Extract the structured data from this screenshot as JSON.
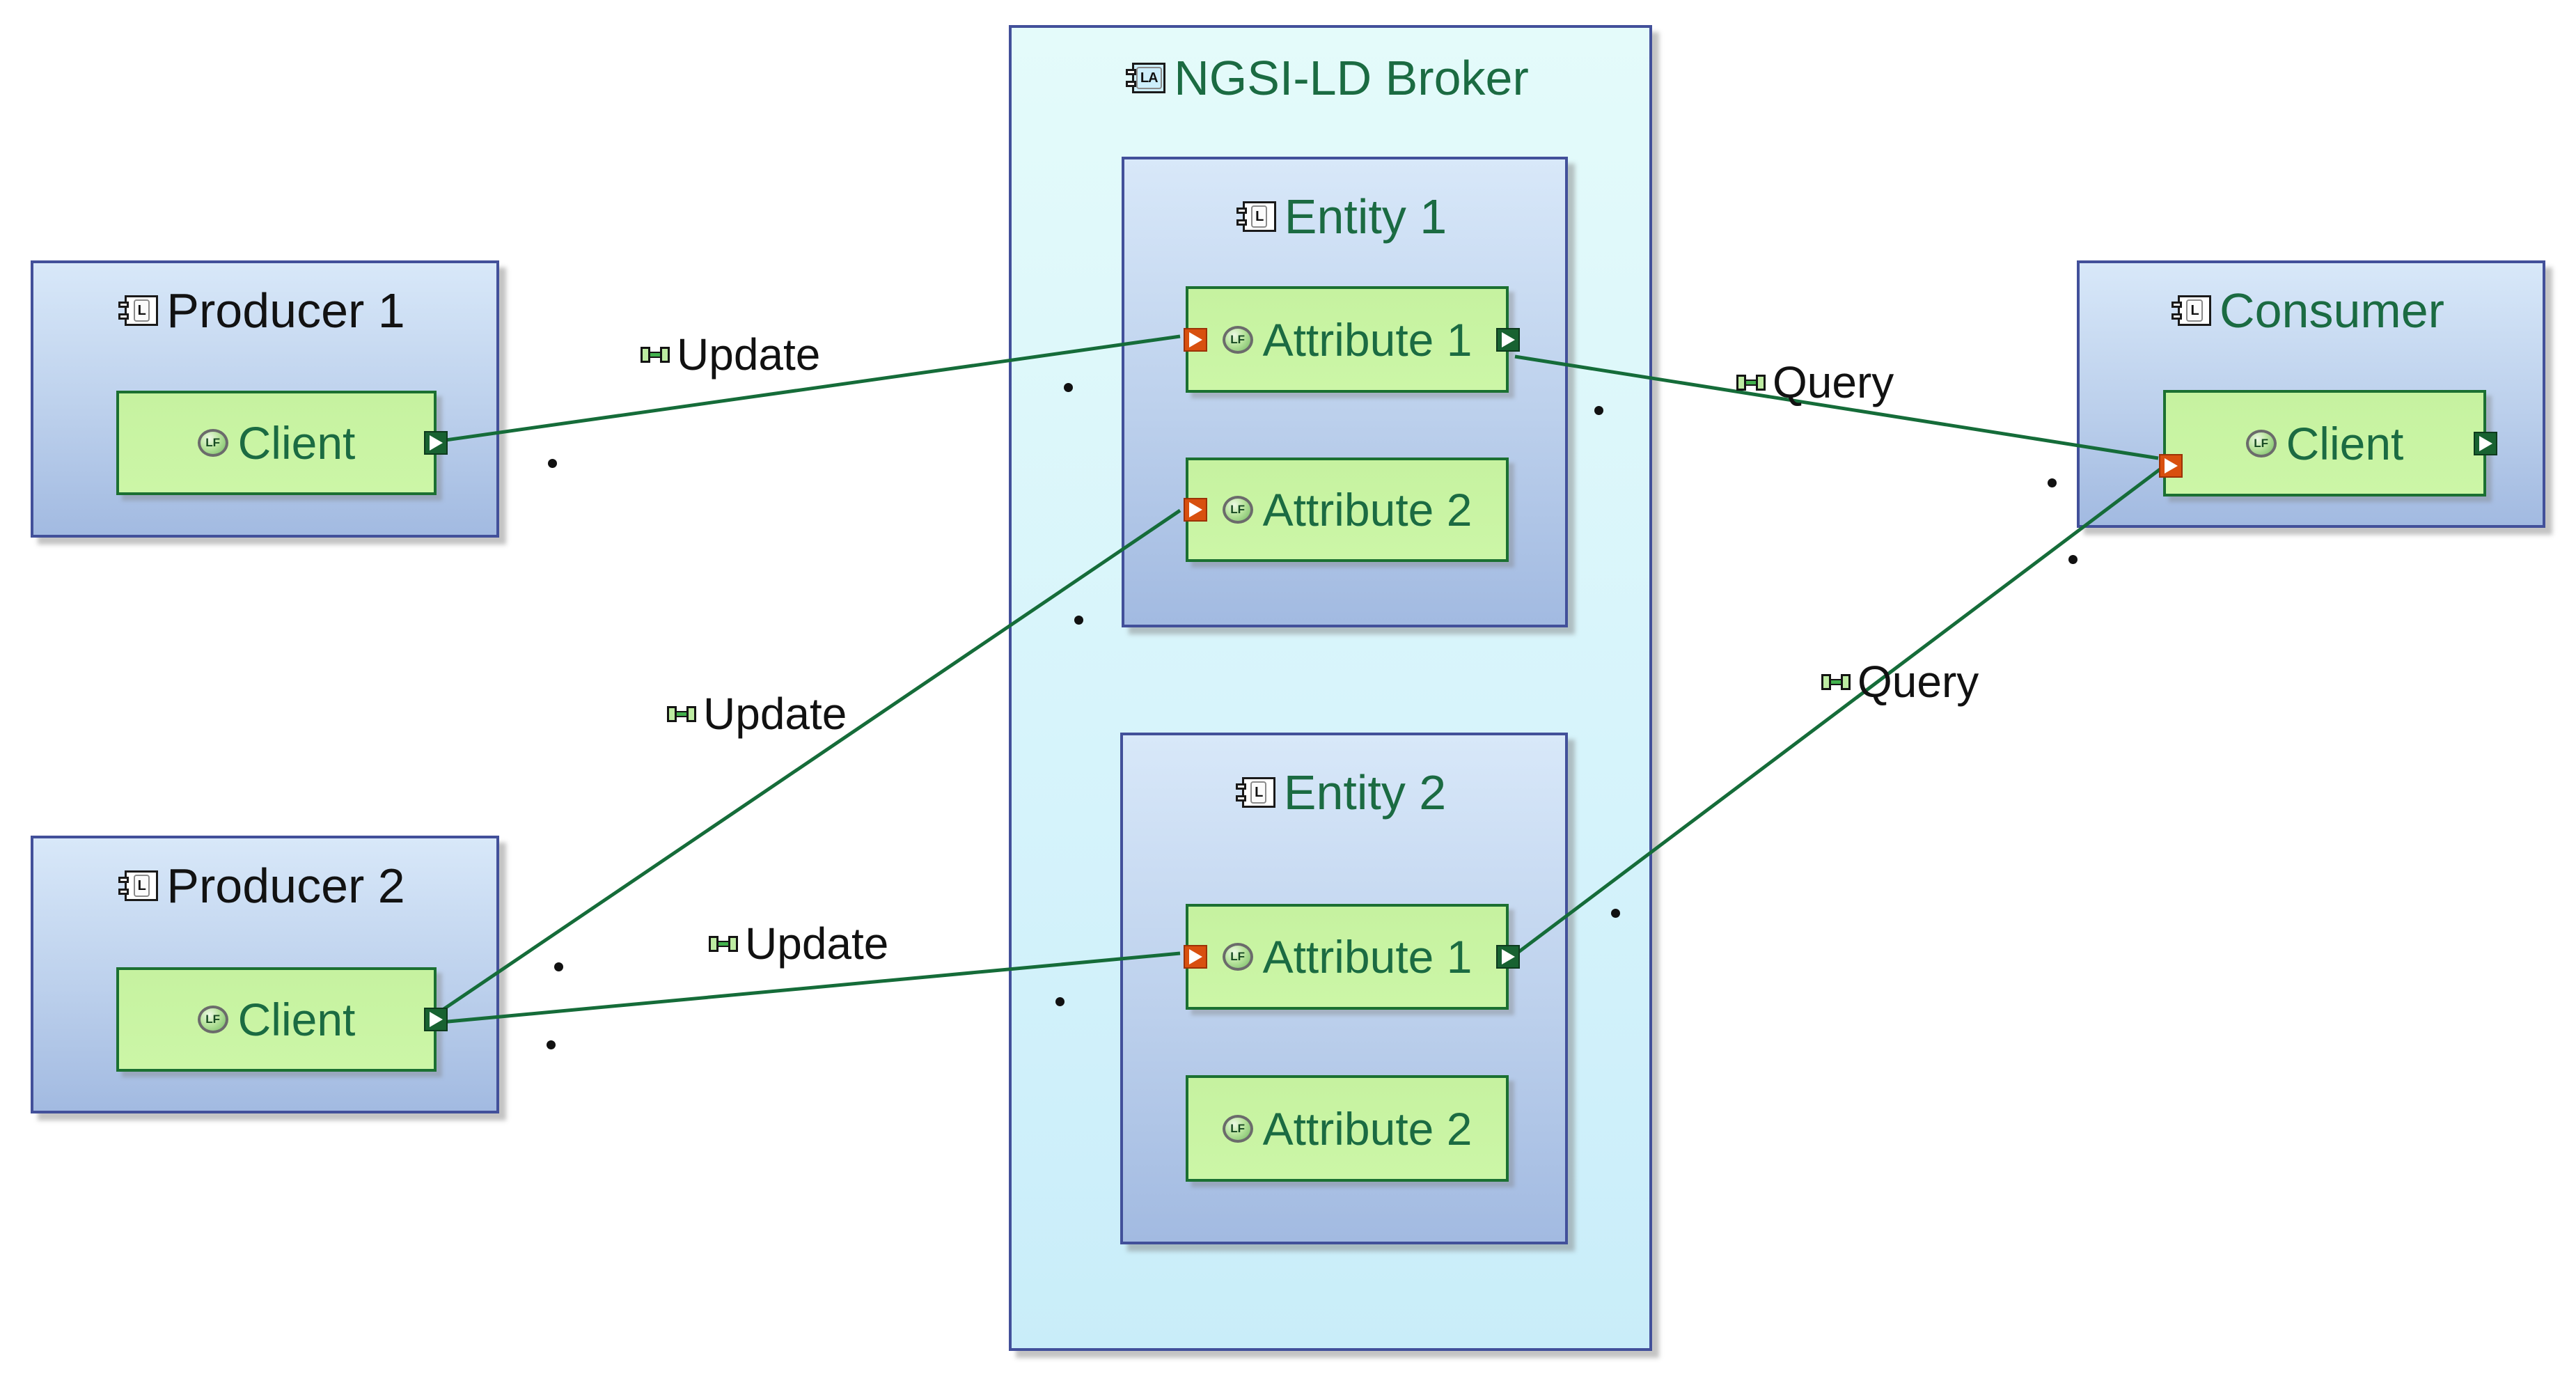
{
  "producer1": {
    "title": "Producer 1",
    "icon": "L",
    "client": {
      "label": "Client",
      "icon": "LF"
    }
  },
  "producer2": {
    "title": "Producer 2",
    "icon": "L",
    "client": {
      "label": "Client",
      "icon": "LF"
    }
  },
  "broker": {
    "title": "NGSI-LD Broker",
    "icon": "LA",
    "entity1": {
      "title": "Entity 1",
      "icon": "L",
      "attr1": {
        "label": "Attribute 1",
        "icon": "LF"
      },
      "attr2": {
        "label": "Attribute 2",
        "icon": "LF"
      }
    },
    "entity2": {
      "title": "Entity 2",
      "icon": "L",
      "attr1": {
        "label": "Attribute 1",
        "icon": "LF"
      },
      "attr2": {
        "label": "Attribute 2",
        "icon": "LF"
      }
    }
  },
  "consumer": {
    "title": "Consumer",
    "icon": "L",
    "client": {
      "label": "Client",
      "icon": "LF"
    }
  },
  "edges": {
    "update1": {
      "label": "Update",
      "from": "producer1-client",
      "to": "entity1-attribute1"
    },
    "update2": {
      "label": "Update",
      "from": "producer2-client",
      "to": "entity1-attribute2"
    },
    "update3": {
      "label": "Update",
      "from": "producer2-client",
      "to": "entity2-attribute1"
    },
    "query1": {
      "label": "Query",
      "from": "entity1-attribute1",
      "to": "consumer-client"
    },
    "query2": {
      "label": "Query",
      "from": "entity2-attribute1",
      "to": "consumer-client"
    }
  },
  "colors": {
    "connector": "#156c39",
    "blue_border": "#42509a",
    "green_border": "#1b7031",
    "text_green": "#1b6b42",
    "in_port": "#d8500f",
    "out_port": "#186231"
  }
}
